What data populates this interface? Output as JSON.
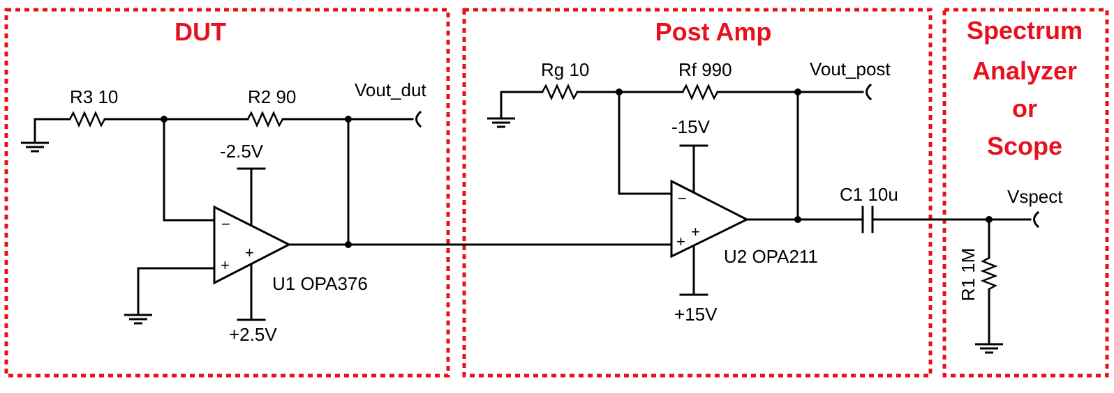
{
  "sections": {
    "dut": "DUT",
    "post_amp": "Post Amp",
    "analyzer": [
      "Spectrum",
      "Analyzer",
      "or",
      "Scope"
    ]
  },
  "components": {
    "r3": "R3 10",
    "r2": "R2 90",
    "rg": "Rg 10",
    "rf": "Rf 990",
    "c1": "C1 10u",
    "r1": "R1 1M",
    "u1": "U1 OPA376",
    "u2": "U2 OPA211"
  },
  "nets": {
    "vout_dut": "Vout_dut",
    "vout_post": "Vout_post",
    "vspect": "Vspect"
  },
  "supplies": {
    "u1_neg": "-2.5V",
    "u1_pos": "+2.5V",
    "u2_neg": "-15V",
    "u2_pos": "+15V"
  },
  "pins": {
    "minus": "−",
    "plus": "+"
  },
  "colors": {
    "section_border": "#e8101d",
    "section_title": "#e8101d",
    "wire": "#000000"
  }
}
